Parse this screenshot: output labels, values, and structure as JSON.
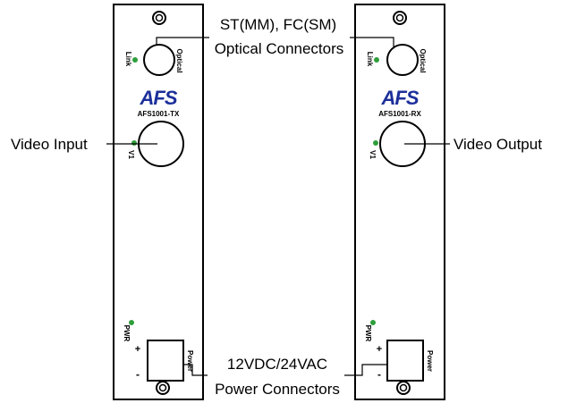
{
  "modules": [
    {
      "id": "tx",
      "model": "AFS1001-TX",
      "logo": "AFS",
      "optical_label": "Optical",
      "link_label": "Link",
      "video_label": "V1",
      "pwr_label": "PWR",
      "plus_label": "+",
      "minus_label": "-",
      "power_label": "Power"
    },
    {
      "id": "rx",
      "model": "AFS1001-RX",
      "logo": "AFS",
      "optical_label": "Optical",
      "link_label": "Link",
      "video_label": "V1",
      "pwr_label": "PWR",
      "plus_label": "+",
      "minus_label": "-",
      "power_label": "Power"
    }
  ],
  "callouts": {
    "optical_line1": "ST(MM), FC(SM)",
    "optical_line2": "Optical Connectors",
    "video_input": "Video Input",
    "video_output": "Video Output",
    "power_line1": "12VDC/24VAC",
    "power_line2": "Power Connectors"
  },
  "colors": {
    "panel": "#ffffff",
    "outline": "#000000",
    "led": "#2e9e3a",
    "logo": "#1c2f9a"
  }
}
